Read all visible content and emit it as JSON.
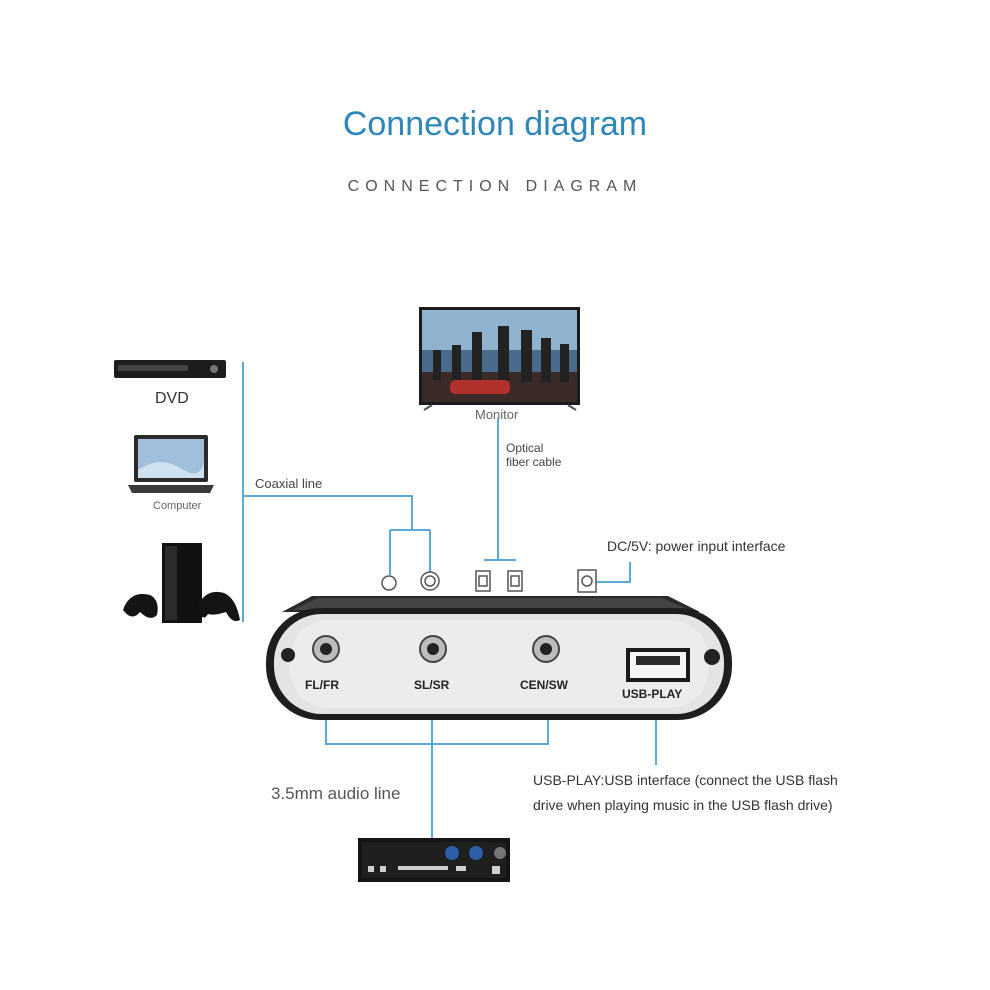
{
  "header": {
    "title": "Connection diagram",
    "subtitle": "CONNECTION DIAGRAM"
  },
  "sources": {
    "dvd_label": "DVD",
    "computer_label": "Computer"
  },
  "monitor": {
    "label": "Monitor"
  },
  "links": {
    "coaxial_label": "Coaxial line",
    "optical_label_line1": "Optical",
    "optical_label_line2": "fiber cable",
    "power_label": "DC/5V: power input interface",
    "audio_line_label": "3.5mm audio line",
    "usb_desc_line1": "USB-PLAY:USB interface (connect the USB flash",
    "usb_desc_line2": "drive when playing music in the USB flash drive)"
  },
  "device": {
    "port_fl_fr": "FL/FR",
    "port_sl_sr": "SL/SR",
    "port_cen_sw": "CEN/SW",
    "port_usb": "USB-PLAY"
  },
  "colors": {
    "title": "#2f86b8",
    "connector_line": "#5aa9d8",
    "device_body": "#1e1e1e",
    "device_face": "#e6e6e6"
  }
}
